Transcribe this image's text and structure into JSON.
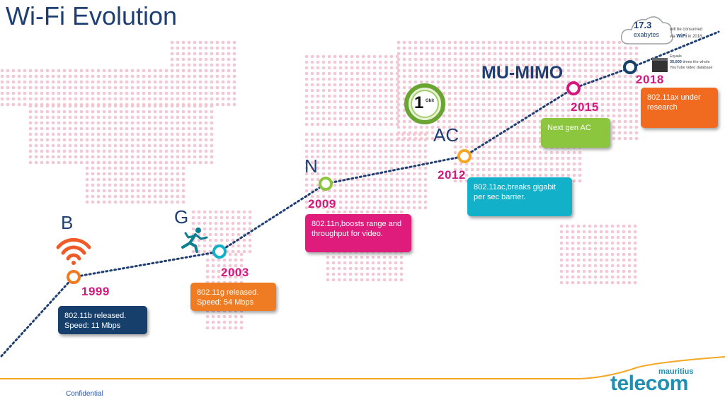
{
  "title": "Wi-Fi Evolution",
  "footer": {
    "confidential": "Confidential",
    "logo_small": "mauritius",
    "logo_big": "telecom"
  },
  "standards": [
    {
      "label": "B",
      "year": "1999",
      "description": "802.11b released. Speed: 11 Mbps",
      "color": "#163f6b",
      "icon": "wifi-signal-icon"
    },
    {
      "label": "G",
      "year": "2003",
      "description": "802.11g released. Speed: 54 Mbps",
      "color": "#ef7b22",
      "icon": "running-man-icon"
    },
    {
      "label": "N",
      "year": "2009",
      "description": "802.11n,boosts range and throughput for video.",
      "color": "#df1b7c",
      "icon": ""
    },
    {
      "label": "AC",
      "year": "2012",
      "description": "802.11ac,breaks gigabit per sec barrier.",
      "color": "#12b1c9",
      "icon": "gigabit-badge-icon"
    },
    {
      "label": "MU-MIMO",
      "year": "2015",
      "description": "Next gen AC",
      "color": "#8cc63f",
      "icon": ""
    },
    {
      "label": "",
      "year": "2018",
      "description": "802.11ax under research",
      "color": "#f06b1f",
      "icon": ""
    }
  ],
  "gigabit_badge": {
    "number": "1",
    "text": "Gbit"
  },
  "cloud_callout": {
    "value": "17.3",
    "unit": "exabytes",
    "line1": "will be consumed",
    "line2_prefix": "via ",
    "line2_bold": "WiFi",
    "line2_suffix": " in 2018",
    "equals_line1": "Equals",
    "equals_bold": "35,000",
    "equals_line2": " times the whole",
    "equals_line3": "YouTube video database"
  },
  "colors": {
    "title": "#1f3f73",
    "year": "#d4177d",
    "map_dots": "#f4c6d4",
    "timeline": "#1f3f73",
    "footer_line": "#f5a623",
    "logo": "#1f8fb3"
  }
}
